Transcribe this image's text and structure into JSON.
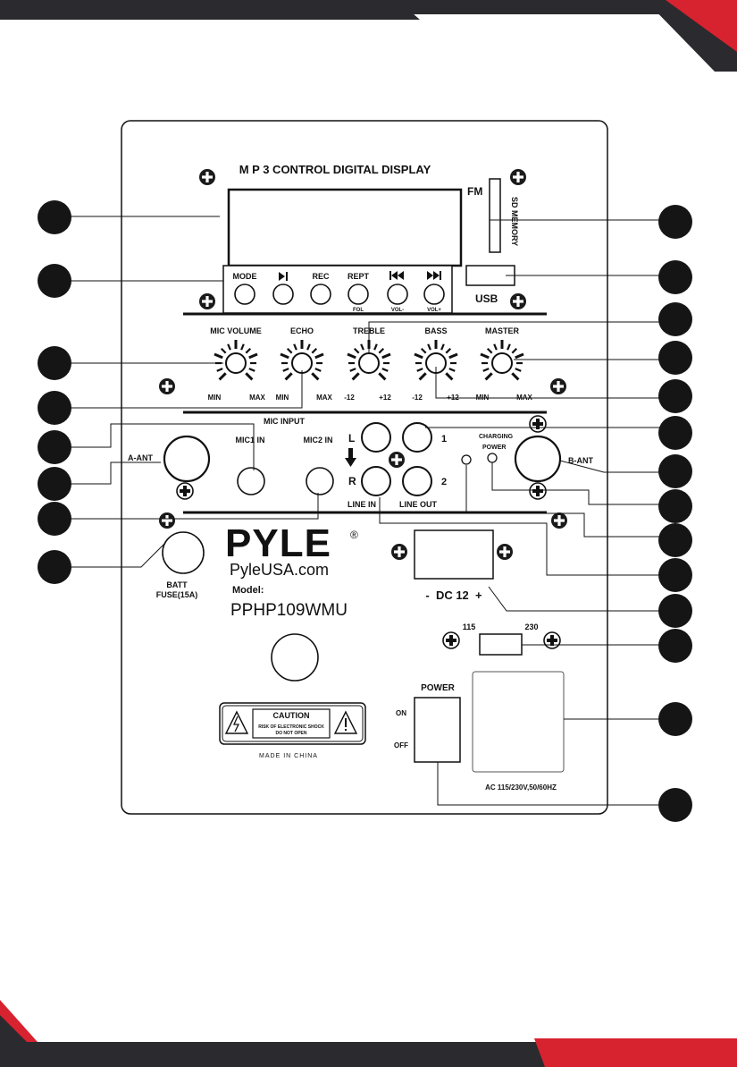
{
  "labels": {
    "display_title": "M P 3 CONTROL DIGITAL DISPLAY",
    "fm": "FM",
    "sd_memory": "SD MEMORY",
    "usb": "USB",
    "mode": "MODE",
    "rec": "REC",
    "rept": "REPT",
    "fol": "FOL",
    "vol_minus": "VOL-",
    "vol_plus": "VOL+",
    "mic_volume": "MIC VOLUME",
    "echo": "ECHO",
    "treble": "TREBLE",
    "bass": "BASS",
    "master": "MASTER",
    "min": "MIN",
    "max": "MAX",
    "minus12": "-12",
    "plus12": "+12",
    "mic_input": "MIC INPUT",
    "mic1_in": "MIC1 IN",
    "mic2_in": "MIC2 IN",
    "a_ant": "A-ANT",
    "b_ant": "B-ANT",
    "l": "L",
    "r": "R",
    "one": "1",
    "two": "2",
    "line_in": "LINE IN",
    "line_out": "LINE OUT",
    "charging": "CHARGING",
    "power_led": "POWER",
    "brand": "PYLE",
    "registered": "®",
    "website": "PyleUSA.com",
    "model_label": "Model:",
    "model_number": "PPHP109WMU",
    "batt": "BATT",
    "fuse": "FUSE(15A)",
    "dc": "-  DC 12  +",
    "v115": "115",
    "v230": "230",
    "power": "POWER",
    "on": "ON",
    "off": "OFF",
    "caution": "CAUTION",
    "caution_risk": "RISK OF ELECTRONIC SHOCK",
    "caution_open": "DO NOT OPEN",
    "made_in": "MADE IN CHINA",
    "ac_rating": "AC 115/230V,50/60HZ"
  },
  "colors": {
    "dark_band": "#2b2a2e",
    "red_accent": "#d7222f",
    "line": "#111111",
    "callout": "#1c1c1c"
  }
}
